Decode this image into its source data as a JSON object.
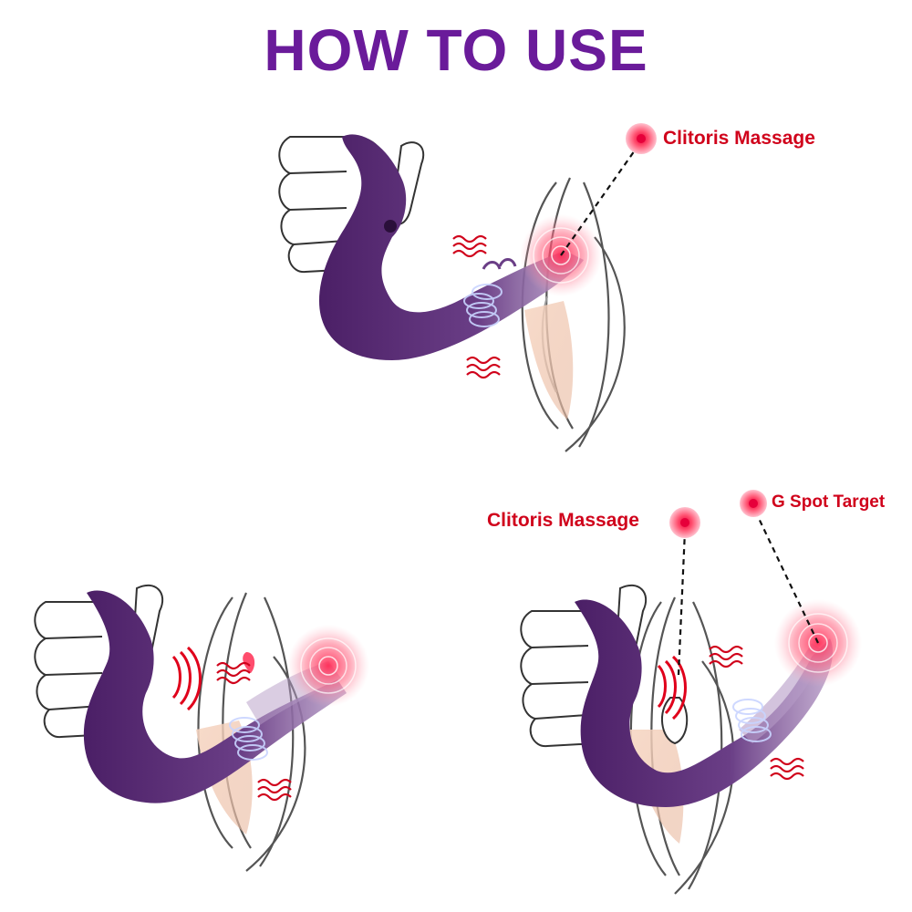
{
  "title": "HOW TO USE",
  "colors": {
    "title": "#6a1b9a",
    "label": "#d0021b",
    "device": "#4b1f66",
    "device_light": "#7a4b98",
    "target": "#ff2a55",
    "target_glow": "#ff8aa0",
    "wave": "#d0021b",
    "outline": "#555555"
  },
  "panels": [
    {
      "labels": [
        "Clitoris Massage"
      ]
    },
    {
      "labels": []
    },
    {
      "labels": [
        "Clitoris Massage",
        "G Spot Target"
      ]
    }
  ],
  "icons": [
    "hand-icon",
    "target-icon",
    "vibration-wave-icon",
    "device-illustration"
  ]
}
